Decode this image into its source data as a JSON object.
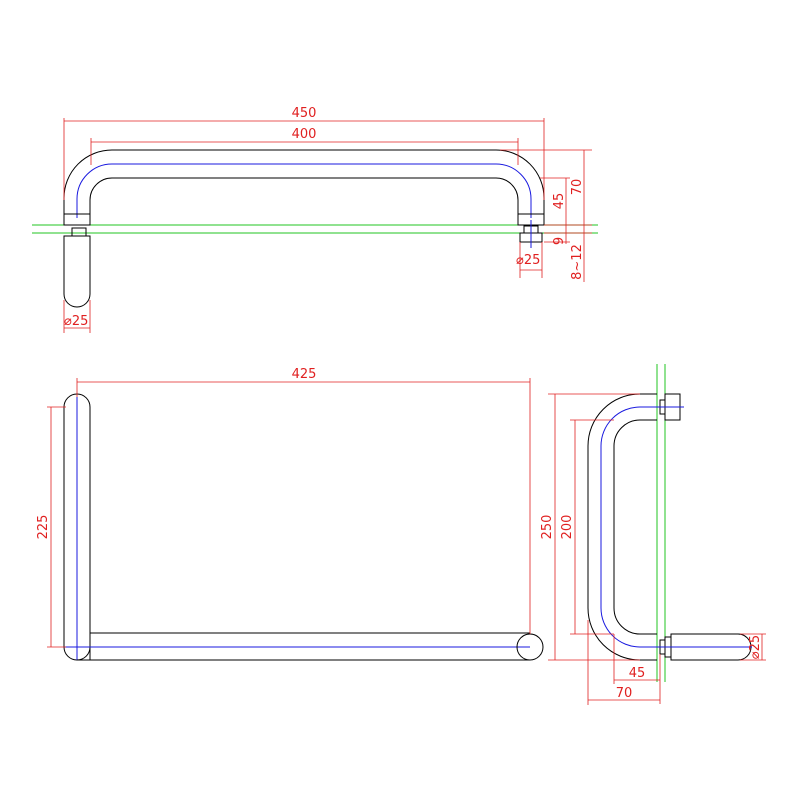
{
  "top_view": {
    "overall_length": "450",
    "center_distance": "400",
    "height": "70",
    "bend_height": "45",
    "spacer": "9",
    "glass_thickness": "8~12",
    "spacer_diameter": "⌀25",
    "end_diameter": "⌀25"
  },
  "front_view": {
    "length": "425",
    "height": "225"
  },
  "side_view": {
    "overall_height": "250",
    "center_height": "200",
    "inner_projection": "45",
    "outer_projection": "70",
    "tube_diameter": "⌀25"
  },
  "colors": {
    "outline": "#000000",
    "centerline": "#1a1adf",
    "glass": "#22c422",
    "dimension": "#e02020"
  }
}
